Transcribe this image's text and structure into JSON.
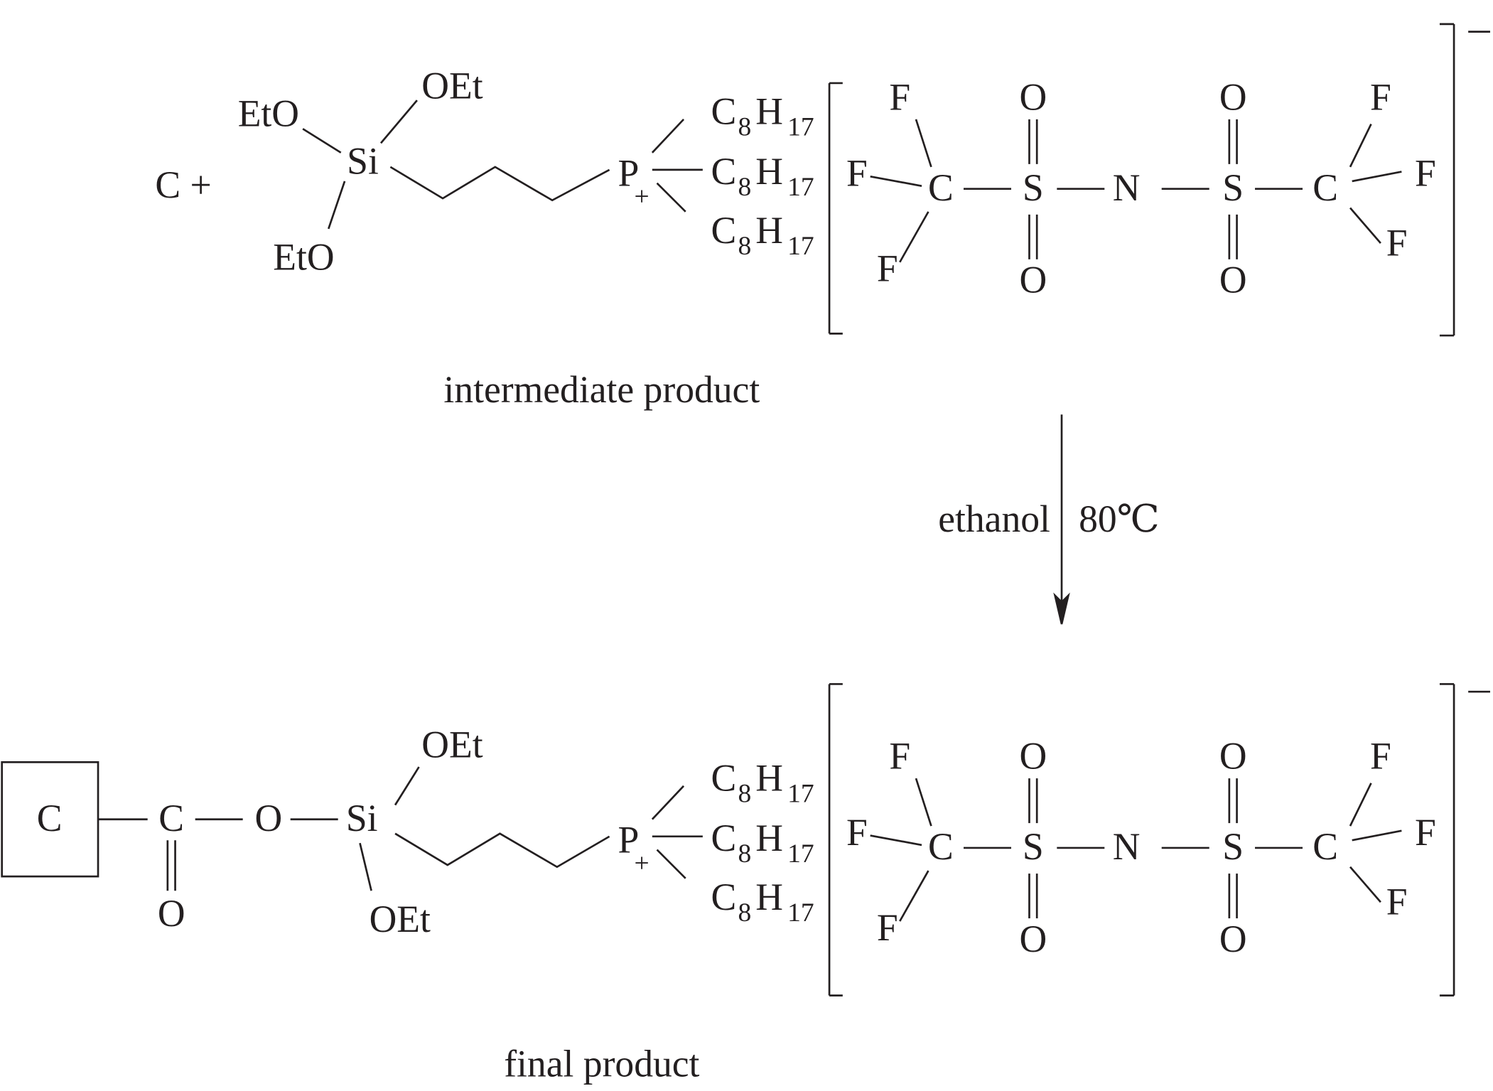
{
  "labels": {
    "intermediate": "intermediate product",
    "final": "final product",
    "condition_solvent": "ethanol",
    "condition_temperature": "80℃",
    "reactant_carbon": "C +",
    "carbon_box": "C"
  },
  "atoms": {
    "ethoxy_left": "EtO",
    "ethoxy_right": "OEt",
    "silicon": "Si",
    "phosphorus": "P",
    "plus_charge": "+",
    "minus_charge": "−",
    "carbon": "C",
    "hydrogen": "H",
    "octyl_c_sub": "8",
    "octyl_h_sub": "17",
    "fluorine": "F",
    "sulfur": "S",
    "nitrogen": "N",
    "oxygen": "O"
  },
  "colors": {
    "ink": "#231f20",
    "background": "#ffffff"
  }
}
